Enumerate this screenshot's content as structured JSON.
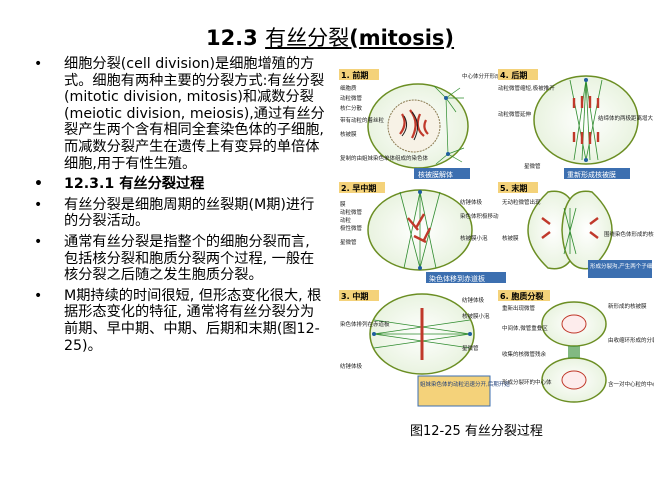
{
  "title": {
    "number": "12.3",
    "zh": "有丝分裂",
    "en": "(mitosis)"
  },
  "bullets": [
    {
      "text": "细胞分裂(cell division)是细胞增殖的方式。细胞有两种主要的分裂方式:有丝分裂(mitotic division, mitosis)和减数分裂(meiotic division, meiosis),通过有丝分裂产生两个含有相同全套染色体的子细胞, 而减数分裂产生在遗传上有变异的单倍体细胞,用于有性生殖。",
      "bold": false
    },
    {
      "text": "12.3.1 有丝分裂过程",
      "bold": true
    },
    {
      "text": "有丝分裂是细胞周期的丝裂期(M期)进行的分裂活动。",
      "bold": false
    },
    {
      "text": "通常有丝分裂是指整个的细胞分裂而言, 包括核分裂和胞质分裂两个过程, 一般在核分裂之后随之发生胞质分裂。",
      "bold": false
    },
    {
      "text": "M期持续的时间很短, 但形态变化很大, 根据形态变化的特征, 通常将有丝分裂分为前期、早中期、中期、后期和末期(图12-25)。",
      "bold": false
    }
  ],
  "figure": {
    "panels": [
      {
        "label": "1. 前期"
      },
      {
        "label": "2. 早中期"
      },
      {
        "label": "3. 中期"
      },
      {
        "label": "4. 后期"
      },
      {
        "label": "5. 末期"
      },
      {
        "label": "6. 胞质分裂"
      }
    ],
    "banners": [
      "核被膜解体",
      "重新形成核被膜",
      "染色体移到赤道板",
      "形成分裂沟,产生两个子细胞",
      "姐妹染色体的动粒迅速分开,后期开始"
    ],
    "labels": {
      "p1": [
        "细胞质",
        "动粒微管",
        "核仁分散",
        "带有动粒的着丝粒",
        "核被膜"
      ],
      "p1_right": [
        "中心体分开形成纺锤体的极"
      ],
      "p1_bottom": "复制的由姐妹染色单体组成的染色体",
      "p2": [
        "膜",
        "动粒微管",
        "动粒",
        "极性微管",
        "星微管"
      ],
      "p2_right": [
        "纺锤体极",
        "染色体积极移动",
        "核被膜小泡"
      ],
      "p3": [
        "染色体排列在赤道板",
        "纺锤体极"
      ],
      "p3_right": [
        "纺锤体极",
        "核被膜小泡",
        "星微管"
      ],
      "p4": [
        "动粒微管缩短,极被推开",
        "动粒微管延伸",
        "结缔体的两极距离增大",
        "星微管"
      ],
      "p5": [
        "无动粒微管出现",
        "核被膜",
        "围绕染色体形成的核被膜"
      ],
      "p6": [
        "重新出现微管",
        "中间体,微管重叠区",
        "收集的核微管残余",
        "形成分裂环的中心体",
        "新形成的核被膜",
        "由收缩环形成的分裂沟",
        "含一对中心粒的中心体"
      ]
    }
  },
  "caption": "图12-25 有丝分裂过程",
  "colors": {
    "banner": "#3c6fb0",
    "chromosome": "#c0392b",
    "microtubule": "#2e8b2e",
    "membrane": "#6b8e23",
    "label_bg": "#f4d27a"
  }
}
